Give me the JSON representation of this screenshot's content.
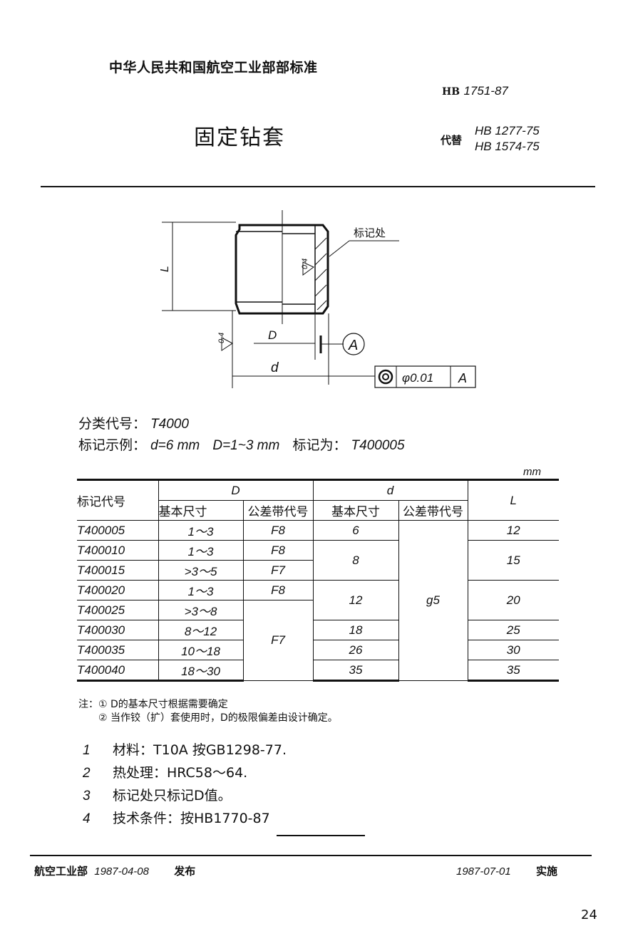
{
  "header": {
    "organization": "中华人民共和国航空工业部部标准",
    "standard_prefix": "HB",
    "standard_number": "1751-87",
    "title": "固定钻套",
    "replaces_label": "代替",
    "replaces": [
      "HB 1277-75",
      "HB 1574-75"
    ]
  },
  "drawing": {
    "marking_label": "标记处",
    "dim_L": "L",
    "dim_D": "D",
    "dim_d": "d",
    "roughness_1": "0.4",
    "roughness_2": "0.4",
    "datum": "A",
    "tolerance_symbol": "concentricity",
    "tolerance_value": "φ0.01",
    "tolerance_datum": "A"
  },
  "info": {
    "class_code_label": "分类代号：",
    "class_code": "T4000",
    "example_label": "标记示例：",
    "example_d": "d=6 mm",
    "example_D": "D=1~3 mm",
    "example_mark_label": "标记为：",
    "example_mark": "T400005"
  },
  "table": {
    "unit": "mm",
    "headers": {
      "code": "标记代号",
      "D": "D",
      "d": "d",
      "L": "L",
      "basic_size": "基本尺寸",
      "tolerance_zone": "公差带代号"
    },
    "rows": [
      {
        "code": "T400005",
        "D_size": "1～3",
        "D_tol": "F8",
        "d_size": "6",
        "d_tol": "g5",
        "L": "12"
      },
      {
        "code": "T400010",
        "D_size": "1～3",
        "D_tol": "F8",
        "d_size": "8",
        "d_tol": "g5",
        "L": "15"
      },
      {
        "code": "T400015",
        "D_size": ">3～5",
        "D_tol": "F7",
        "d_size": "8",
        "d_tol": "g5",
        "L": "15"
      },
      {
        "code": "T400020",
        "D_size": "1～3",
        "D_tol": "F8",
        "d_size": "12",
        "d_tol": "g5",
        "L": "20"
      },
      {
        "code": "T400025",
        "D_size": ">3～8",
        "D_tol": "F7",
        "d_size": "12",
        "d_tol": "g5",
        "L": "20"
      },
      {
        "code": "T400030",
        "D_size": "8～12",
        "D_tol": "F7",
        "d_size": "18",
        "d_tol": "g5",
        "L": "25"
      },
      {
        "code": "T400035",
        "D_size": "10～18",
        "D_tol": "F7",
        "d_size": "26",
        "d_tol": "g5",
        "L": "30"
      },
      {
        "code": "T400040",
        "D_size": "18～30",
        "D_tol": "F7",
        "d_size": "35",
        "d_tol": "g5",
        "L": "35"
      }
    ]
  },
  "notes": {
    "label": "注：",
    "items": [
      "① D的基本尺寸根据需要确定",
      "② 当作铰（扩）套使用时，D的极限偏差由设计确定。"
    ]
  },
  "requirements": [
    {
      "num": "1",
      "text": "材料：T10A 按GB1298-77."
    },
    {
      "num": "2",
      "text": "热处理：HRC58～64."
    },
    {
      "num": "3",
      "text": "标记处只标记D值。"
    },
    {
      "num": "4",
      "text": "技术条件：按HB1770-87"
    }
  ],
  "footer": {
    "issuer": "航空工业部",
    "issue_date": "1987-04-08",
    "issue_label": "发布",
    "effective_date": "1987-07-01",
    "effective_label": "实施",
    "page_number": "24"
  }
}
